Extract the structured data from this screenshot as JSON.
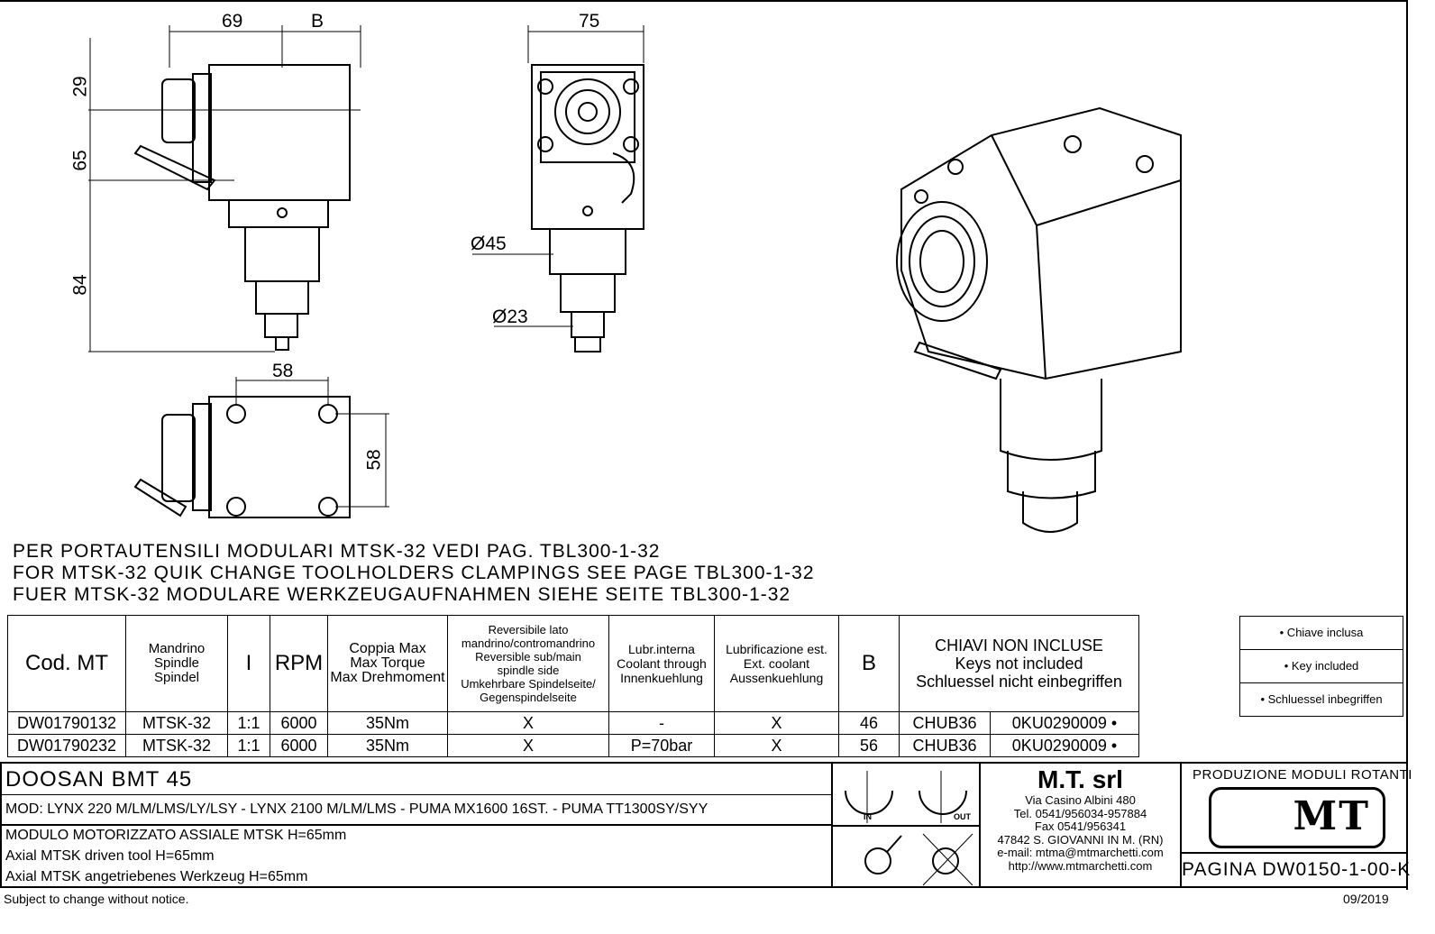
{
  "dimensions": {
    "side_width": "69",
    "side_b": "B",
    "side_h1": "29",
    "side_h2": "65",
    "side_h3": "84",
    "top_width": "58",
    "top_height": "58",
    "front_width": "75",
    "front_d1": "Ø45",
    "front_d2": "Ø23"
  },
  "notes": [
    "PER PORTAUTENSILI MODULARI MTSK-32 VEDI PAG. TBL300-1-32",
    "FOR MTSK-32 QUIK CHANGE TOOLHOLDERS CLAMPINGS SEE PAGE TBL300-1-32",
    "FUER MTSK-32 MODULARE WERKZEUGAUFNAHMEN SIEHE SEITE TBL300-1-32"
  ],
  "table": {
    "headers": [
      "Cod. MT",
      "Mandrino\nSpindle\nSpindel",
      "I",
      "RPM",
      "Coppia Max\nMax Torque\nMax Drehmoment",
      "Reversibile lato\nmandrino/contromandrino\nReversible sub/main\nspindle side\nUmkehrbare Spindelseite/\nGegenspindelseite",
      "Lubr.interna\nCoolant through\nInnenkuehlung",
      "Lubrificazione est.\nExt. coolant\nAussenkuehlung",
      "B",
      "CHIAVI NON INCLUSE\nKeys not included\nSchluessel nicht einbegriffen"
    ],
    "rows": [
      [
        "DW01790132",
        "MTSK-32",
        "1:1",
        "6000",
        "35Nm",
        "X",
        "-",
        "X",
        "46",
        "CHUB36",
        "0KU0290009 •"
      ],
      [
        "DW01790232",
        "MTSK-32",
        "1:1",
        "6000",
        "35Nm",
        "X",
        "P=70bar",
        "X",
        "56",
        "CHUB36",
        "0KU0290009 •"
      ]
    ]
  },
  "legend": [
    "• Chiave inclusa",
    "• Key included",
    "• Schluessel inbegriffen"
  ],
  "titleblock": {
    "machine": "DOOSAN   BMT 45",
    "models": "MOD: LYNX 220 M/LM/LMS/LY/LSY - LYNX 2100 M/LM/LMS - PUMA MX1600 16ST. - PUMA TT1300SY/SYY",
    "desc": [
      "MODULO MOTORIZZATO ASSIALE MTSK H=65mm",
      "Axial MTSK driven tool H=65mm",
      "Axial MTSK angetriebenes Werkzeug H=65mm"
    ],
    "in_label": "IN",
    "out_label": "OUT",
    "company": "M.T. srl",
    "address": [
      "Via Casino Albini 480",
      "Tel. 0541/956034-957884",
      "Fax 0541/956341",
      "47842 S. GIOVANNI IN M. (RN)",
      "e-mail: mtma@mtmarchetti.com",
      "http://www.mtmarchetti.com"
    ],
    "production": "PRODUZIONE MODULI ROTANTI",
    "logo_text": "MT",
    "page": "PAGINA DW0150-1-00-K"
  },
  "footer": {
    "disclaimer": "Subject to change without notice.",
    "date": "09/2019"
  }
}
